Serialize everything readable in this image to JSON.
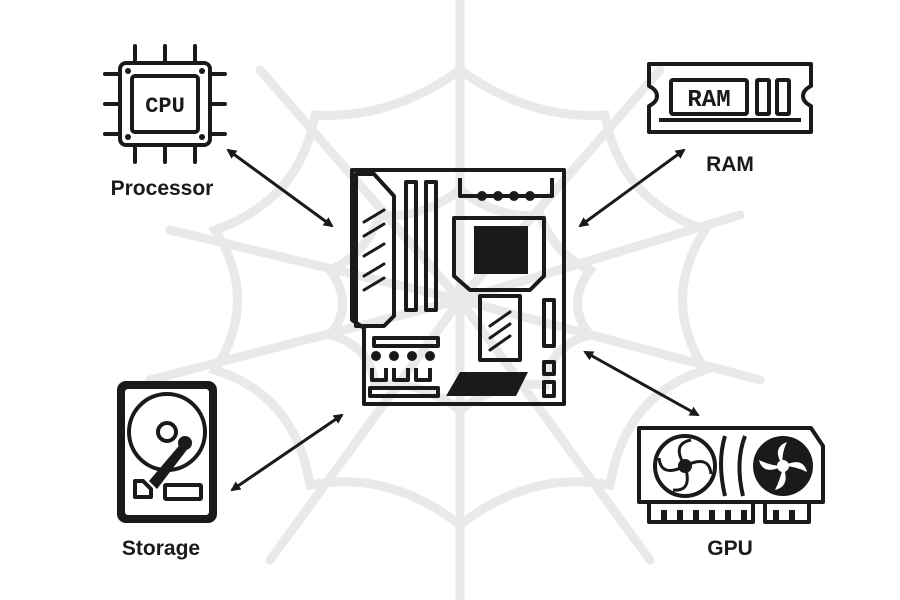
{
  "colors": {
    "ink": "#1a1a1a",
    "web": "#e9e9e9",
    "background": "#ffffff"
  },
  "diagram": {
    "center": {
      "name": "motherboard",
      "icon": "motherboard-icon"
    },
    "components": [
      {
        "id": "processor",
        "label": "Processor",
        "icon": "cpu-icon",
        "chip_text": "CPU"
      },
      {
        "id": "ram",
        "label": "RAM",
        "icon": "ram-icon",
        "chip_text": "RAM"
      },
      {
        "id": "storage",
        "label": "Storage",
        "icon": "hard-drive-icon"
      },
      {
        "id": "gpu",
        "label": "GPU",
        "icon": "graphics-card-icon"
      }
    ],
    "connections": [
      {
        "from": "processor",
        "to": "motherboard",
        "style": "double-arrow"
      },
      {
        "from": "ram",
        "to": "motherboard",
        "style": "double-arrow"
      },
      {
        "from": "storage",
        "to": "motherboard",
        "style": "double-arrow"
      },
      {
        "from": "gpu",
        "to": "motherboard",
        "style": "double-arrow"
      }
    ]
  }
}
